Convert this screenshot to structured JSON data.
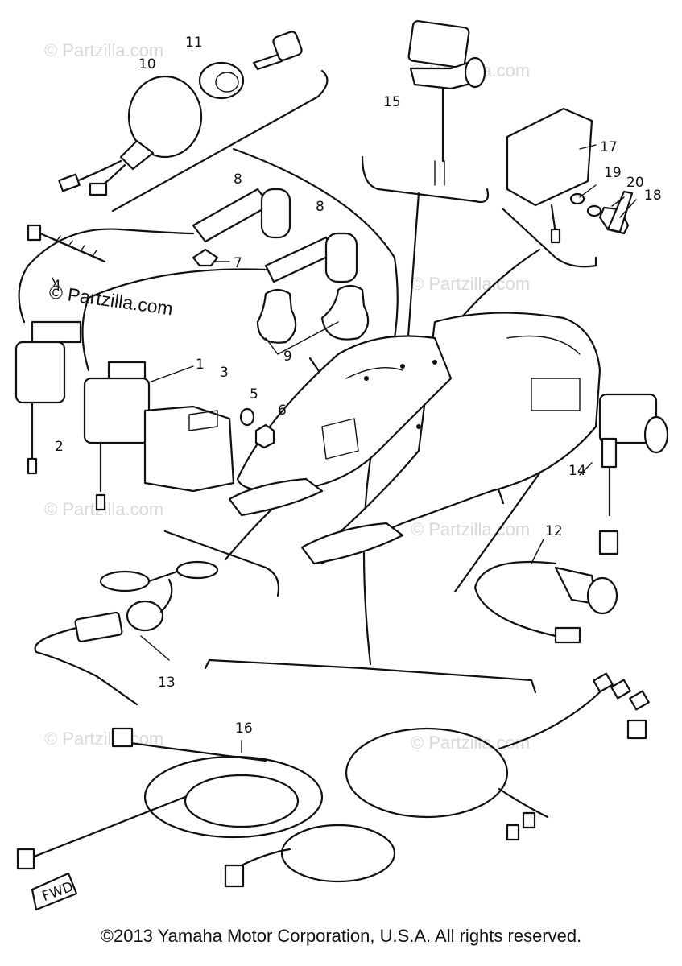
{
  "watermark": "© Partzilla.com",
  "callouts": {
    "c1": "1",
    "c2": "2",
    "c3": "3",
    "c4": "4",
    "c5": "5",
    "c6": "6",
    "c7": "7",
    "c8a": "8",
    "c8b": "8",
    "c9": "9",
    "c10": "10",
    "c11": "11",
    "c12": "12",
    "c13": "13",
    "c14": "14",
    "c15": "15",
    "c16": "16",
    "c17": "17",
    "c18": "18",
    "c19": "19",
    "c20": "20"
  },
  "direction_tag": "FWD",
  "footer": "©2013 Yamaha Motor Corporation, U.S.A. All rights reserved."
}
